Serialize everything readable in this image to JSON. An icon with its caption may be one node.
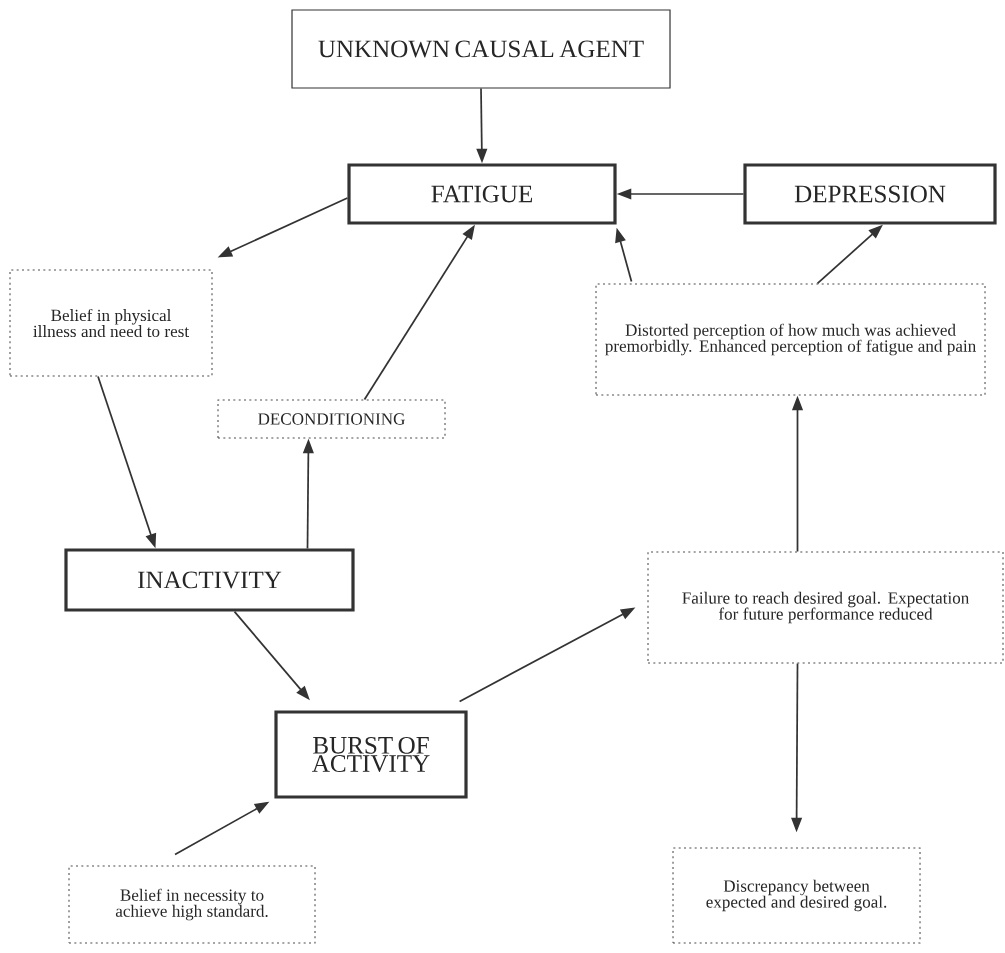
{
  "diagram": {
    "nodes": [
      {
        "text": [
          "UNKNOWN CAUSAL AGENT"
        ]
      },
      {
        "text": [
          "FATIGUE"
        ]
      },
      {
        "text": [
          "DEPRESSION"
        ]
      },
      {
        "text": [
          "Belief in physical illness and need to rest"
        ]
      },
      {
        "text": [
          "Distorted perception of how much was achieved premorbidly.  Enhanced perception of fatigue and pain"
        ]
      },
      {
        "text": [
          "DECONDITIONING"
        ]
      },
      {
        "text": [
          "INACTIVITY"
        ]
      },
      {
        "text": [
          "Failure to reach desired goal. Expectation for future performance reduced"
        ]
      },
      {
        "text": [
          "BURST OF ACTIVITY"
        ]
      },
      {
        "text": [
          "Belief in necessity to achieve high standard."
        ]
      },
      {
        "text": [
          "Discrepancy between expected and desired goal."
        ]
      }
    ],
    "edges": [
      {
        "from": 0,
        "to": 1,
        "arrow": "to"
      },
      {
        "from": 1,
        "to": 3,
        "arrow": "to"
      },
      {
        "from": 2,
        "to": 1,
        "arrow": "to"
      },
      {
        "from": 4,
        "to": 1,
        "arrow": "to"
      },
      {
        "from": 4,
        "to": 2,
        "arrow": "to"
      },
      {
        "from": 5,
        "to": 1,
        "arrow": "to"
      },
      {
        "from": 3,
        "to": 6,
        "arrow": "to"
      },
      {
        "from": 6,
        "to": 5,
        "arrow": "to"
      },
      {
        "from": 6,
        "to": 8,
        "arrow": "to"
      },
      {
        "from": 8,
        "to": 7,
        "arrow": "to"
      },
      {
        "from": 7,
        "to": 4,
        "arrow": "to"
      },
      {
        "from": 7,
        "to": 10,
        "arrow": "to"
      },
      {
        "from": 9,
        "to": 8,
        "arrow": "to"
      }
    ]
  }
}
